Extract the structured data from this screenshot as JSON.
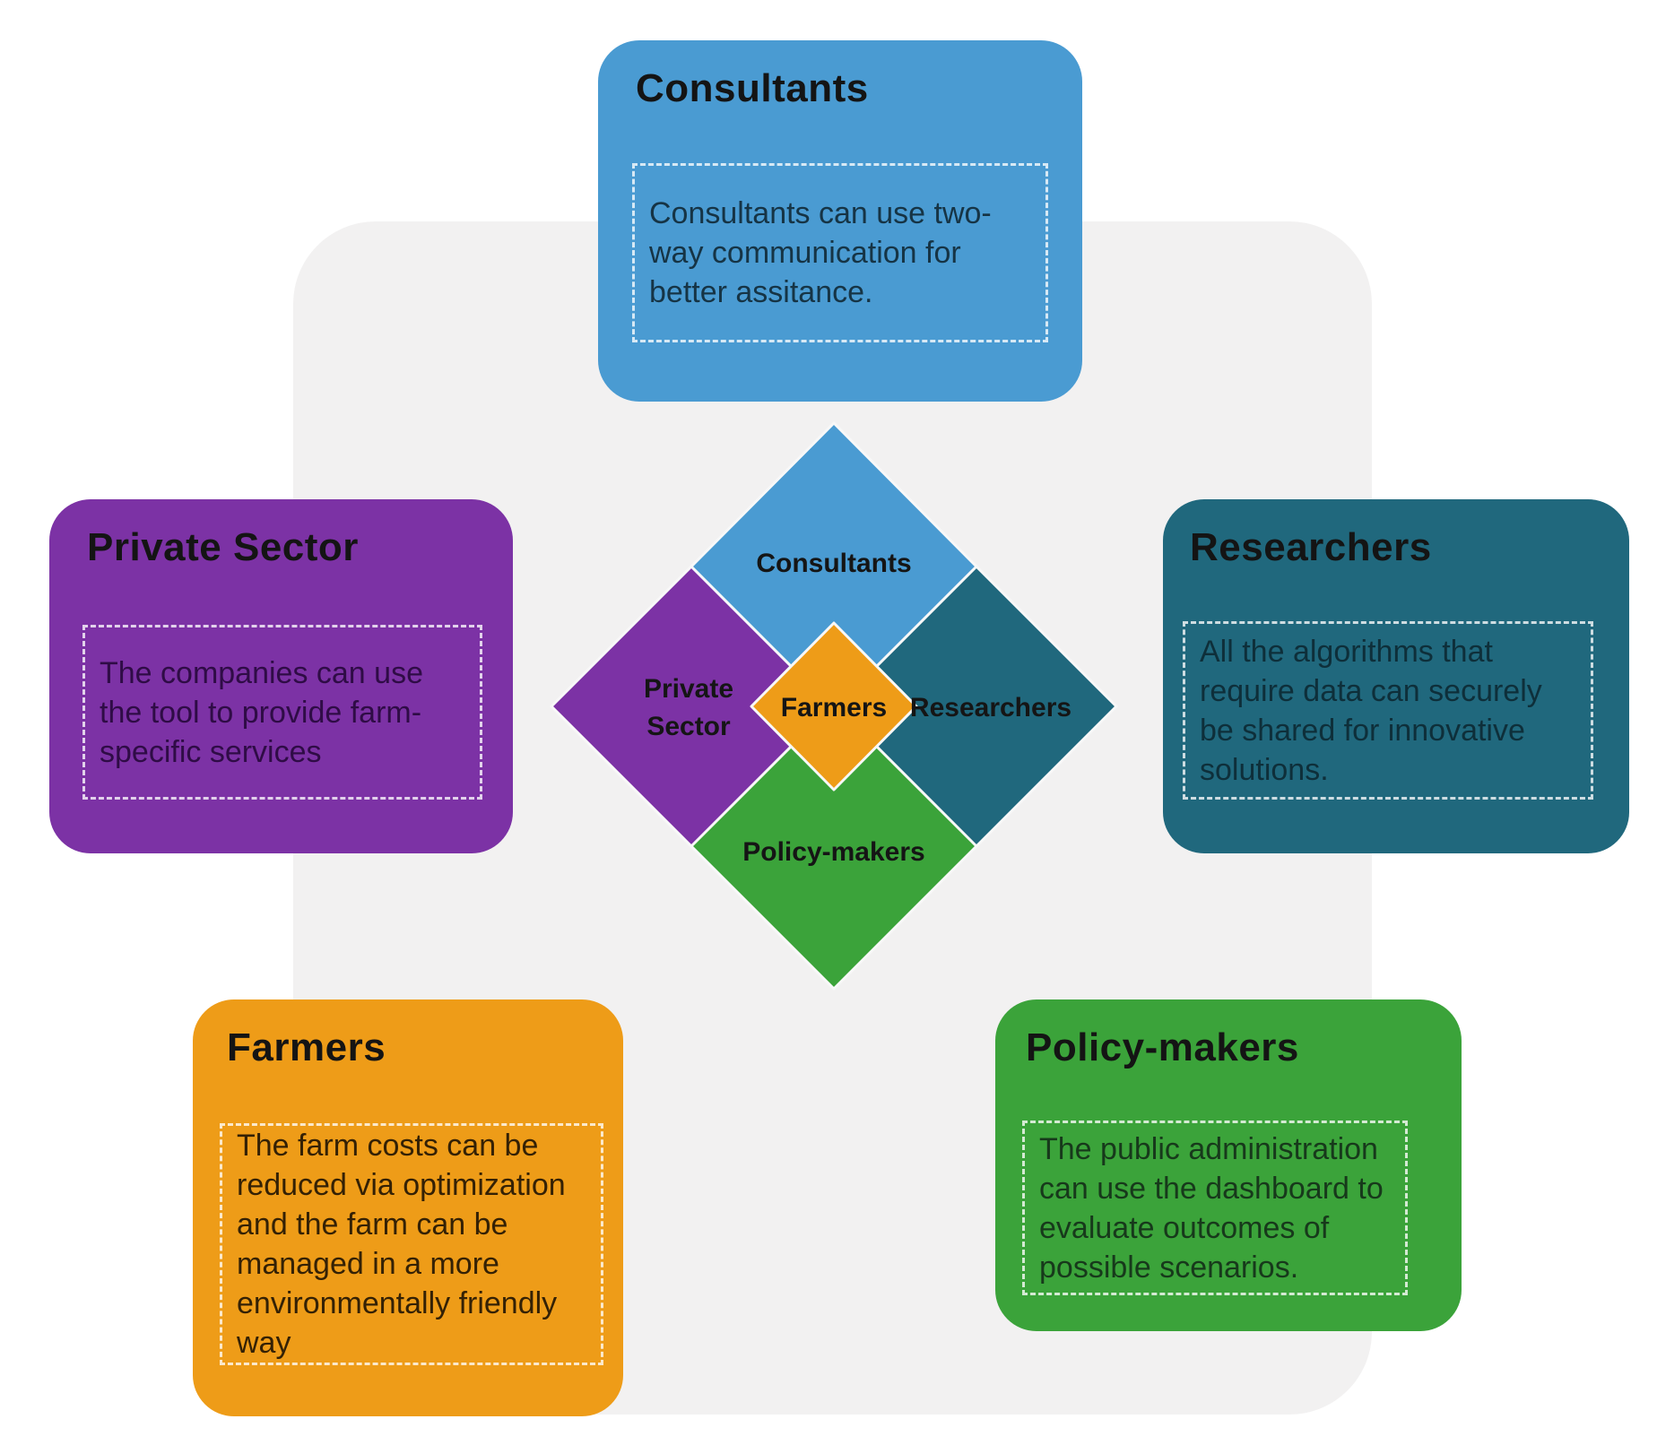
{
  "canvas": {
    "background": "#FFFFFF",
    "panel_color": "#F2F1F1"
  },
  "cards": {
    "consultants": {
      "title": "Consultants",
      "body": "Consultants can use two-way communication for better assitance.",
      "color": "#4A9BD2",
      "body_color": "#163445"
    },
    "private_sector": {
      "title": "Private Sector",
      "body": "The companies can use the tool to provide farm-specific services",
      "color": "#7C32A5",
      "body_color": "#2F0C46"
    },
    "researchers": {
      "title": "Researchers",
      "body": "All the algorithms that require data can securely be shared for innovative solutions.",
      "color": "#20687D",
      "body_color": "#0E2F3A"
    },
    "farmers": {
      "title": "Farmers",
      "body": "The farm costs can be reduced via optimization and the farm can be managed in a more environmentally friendly way",
      "color": "#EE9C18",
      "body_color": "#342105"
    },
    "policy_makers": {
      "title": "Policy-makers",
      "body": "The public administration can use the dashboard to evaluate outcomes of possible scenarios.",
      "color": "#3BA33A",
      "body_color": "#17391B"
    }
  },
  "diamond": {
    "labels": {
      "consultants": "Consultants",
      "private_line1": "Private",
      "private_line2": "Sector",
      "researchers": "Researchers",
      "farmers": "Farmers",
      "policy_makers": "Policy-makers"
    },
    "label_color": "#151515",
    "outline_color": "#F8F8F8"
  }
}
